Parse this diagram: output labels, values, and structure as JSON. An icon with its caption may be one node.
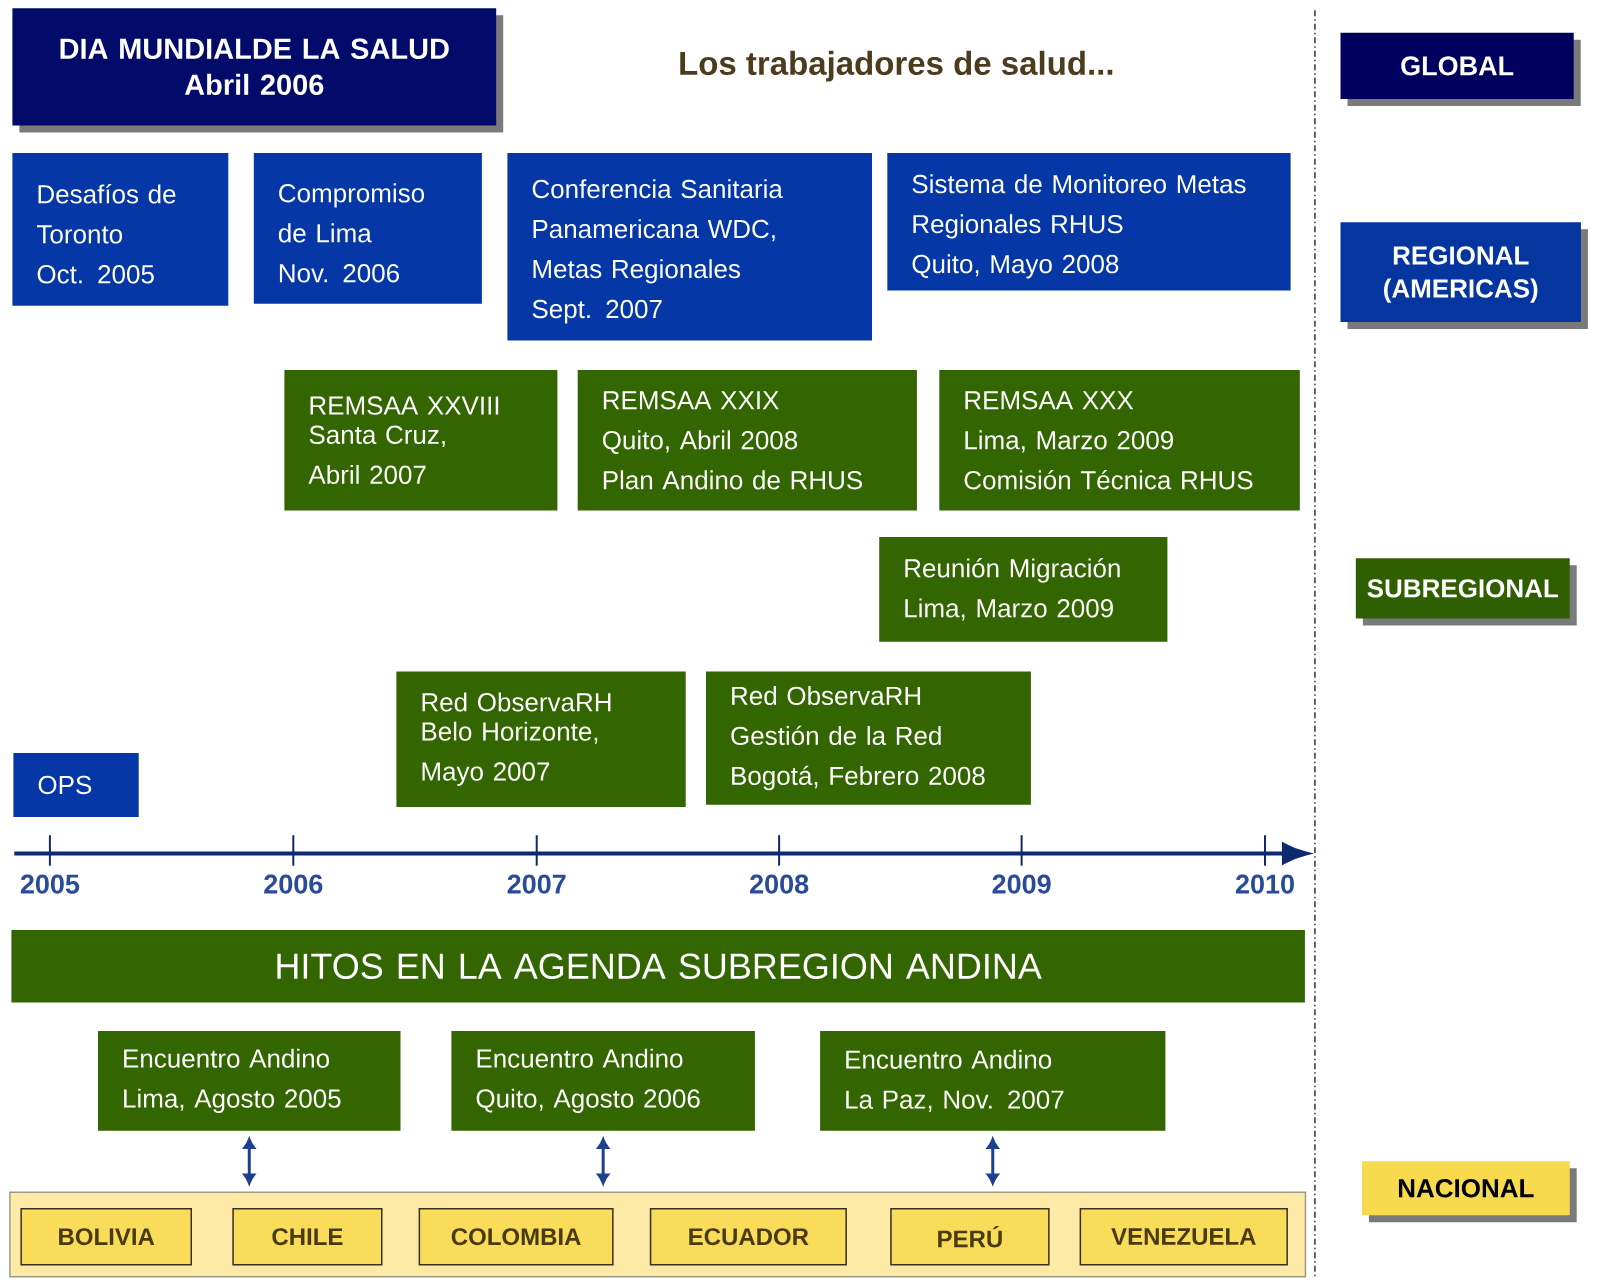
{
  "diagram": {
    "title": "Los trabajadores de salud...",
    "nodes": [
      {
        "text": [
          "DIA MUNDIALDE LA SALUD",
          "Abril 2006"
        ]
      },
      {
        "text": [
          "GLOBAL"
        ]
      },
      {
        "text": [
          "Desafíos de Toronto",
          "Oct. 2005"
        ]
      },
      {
        "text": [
          "Compromiso de Lima",
          "Nov. 2006"
        ]
      },
      {
        "text": [
          "Conferencia Sanitaria Panamericana WDC, Metas Regionales",
          "Sept. 2007"
        ]
      },
      {
        "text": [
          "Sistema de Monitoreo Metas Regionales RHUS",
          "Quito, Mayo 2008"
        ]
      },
      {
        "text": [
          "REGIONAL (AMERICAS)"
        ]
      },
      {
        "text": [
          "REMSAA XXVIII",
          "Santa Cruz, Abril 2007"
        ]
      },
      {
        "text": [
          "REMSAA XXIX",
          "Quito, Abril 2008",
          "Plan Andino de RHUS"
        ]
      },
      {
        "text": [
          "REMSAA XXX",
          "Lima, Marzo 2009",
          "Comisión Técnica RHUS"
        ]
      },
      {
        "text": [
          "Reunión Migración",
          "Lima, Marzo 2009"
        ]
      },
      {
        "text": [
          "SUBREGIONAL"
        ]
      },
      {
        "text": [
          "Red ObservaRH",
          "Belo Horizonte, Mayo 2007"
        ]
      },
      {
        "text": [
          "Red ObservaRH",
          "Gestión de la Red",
          "Bogotá, Febrero 2008"
        ]
      },
      {
        "text": [
          "OPS"
        ]
      },
      {
        "text": [
          "HITOS EN LA AGENDA SUBREGION ANDINA"
        ]
      },
      {
        "text": [
          "Encuentro Andino",
          "Lima, Agosto 2005"
        ]
      },
      {
        "text": [
          "Encuentro Andino",
          "Quito, Agosto 2006"
        ]
      },
      {
        "text": [
          "Encuentro Andino",
          "La Paz, Nov. 2007"
        ]
      },
      {
        "text": [
          "NACIONAL"
        ]
      },
      {
        "text": [],
        "shape": "box"
      },
      {
        "text": [
          "BOLIVIA"
        ],
        "in": 20
      },
      {
        "text": [
          "CHILE"
        ],
        "in": 20
      },
      {
        "text": [
          "COLOMBIA"
        ],
        "in": 20
      },
      {
        "text": [
          "ECUADOR"
        ],
        "in": 20
      },
      {
        "text": [
          "PERÚ"
        ],
        "in": 20
      },
      {
        "text": [
          "VENEZUELA"
        ],
        "in": 20
      }
    ],
    "edges": [
      {
        "from": 16,
        "to": 20,
        "arrow": "both"
      },
      {
        "from": 17,
        "to": 20,
        "arrow": "both"
      },
      {
        "from": 18,
        "to": 20,
        "arrow": "both"
      }
    ],
    "labels": [
      "2005",
      "2006",
      "2007",
      "2008",
      "2009",
      "2010"
    ]
  }
}
